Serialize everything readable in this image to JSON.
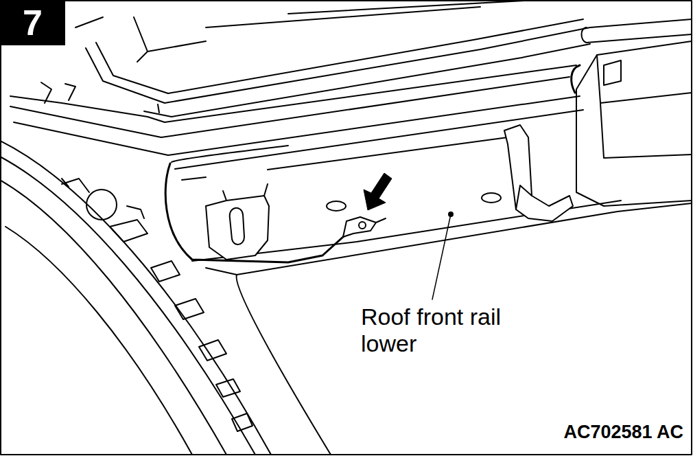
{
  "diagram": {
    "nodes": [
      {
        "text": [
          "7"
        ]
      }
    ],
    "labels": [
      "Roof front rail lower",
      "AC702581 AC"
    ]
  }
}
